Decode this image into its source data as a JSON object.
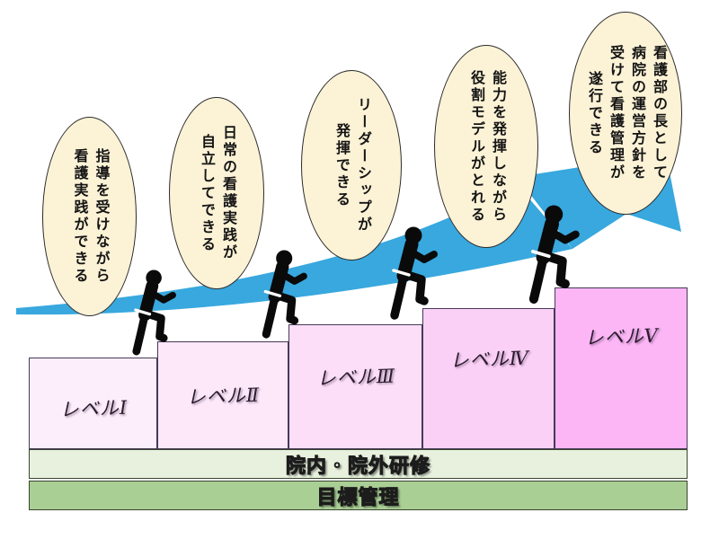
{
  "diagram": {
    "arrow_color": "#38a8de",
    "figure_color": "#0a0a0a",
    "bubble_fill": "#fcf2d6",
    "bubble_border": "#2b2b2b",
    "bubbles": [
      {
        "text": "指導を受けながら\n看護実践ができる"
      },
      {
        "text": "日常の看護実践が\n自立してできる"
      },
      {
        "text": "リーダーシップが\n発揮できる"
      },
      {
        "text": "能力を発揮しながら\n役割モデルがとれる"
      },
      {
        "text": "看護部の長として\n病院の運営方針を\n受けて看護管理が\n遂行できる"
      }
    ],
    "steps": [
      {
        "label": "レベルⅠ",
        "fill": "#fdeefb"
      },
      {
        "label": "レベルⅡ",
        "fill": "#fde8fa"
      },
      {
        "label": "レベルⅢ",
        "fill": "#fcdef8"
      },
      {
        "label": "レベルⅣ",
        "fill": "#fbd0f6"
      },
      {
        "label": "レベルⅤ",
        "fill": "#fcb6f6"
      }
    ],
    "step_border": "#453a56",
    "bars": [
      {
        "label": "院内・院外研修",
        "fill": "#e8f1dd",
        "text_fill": "#f0f6e6"
      },
      {
        "label": "目標管理",
        "fill": "#aacf95",
        "text_fill": "#bcd8a8"
      }
    ],
    "bar_border": "#39452f"
  }
}
